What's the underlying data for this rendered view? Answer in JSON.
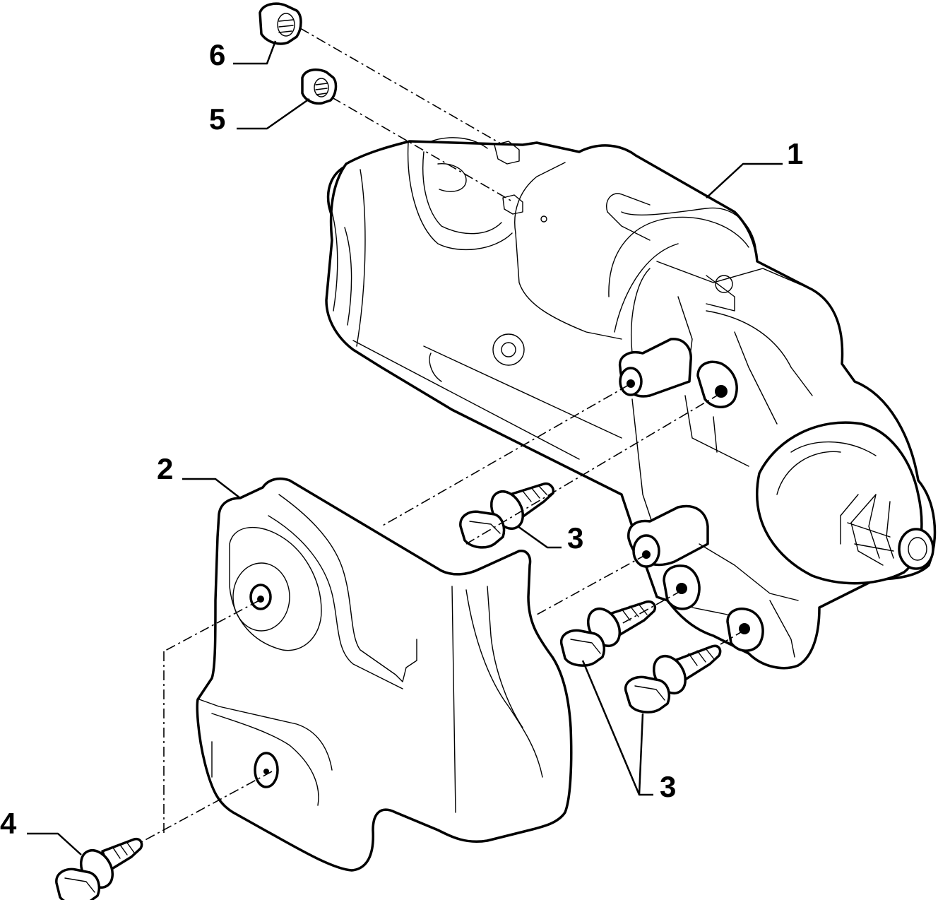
{
  "callouts": {
    "part_1": "1",
    "part_2": "2",
    "part_3a": "3",
    "part_3b": "3",
    "part_4": "4",
    "part_5": "5",
    "part_6": "6"
  },
  "colors": {
    "line": "#000000",
    "background": "#ffffff"
  }
}
